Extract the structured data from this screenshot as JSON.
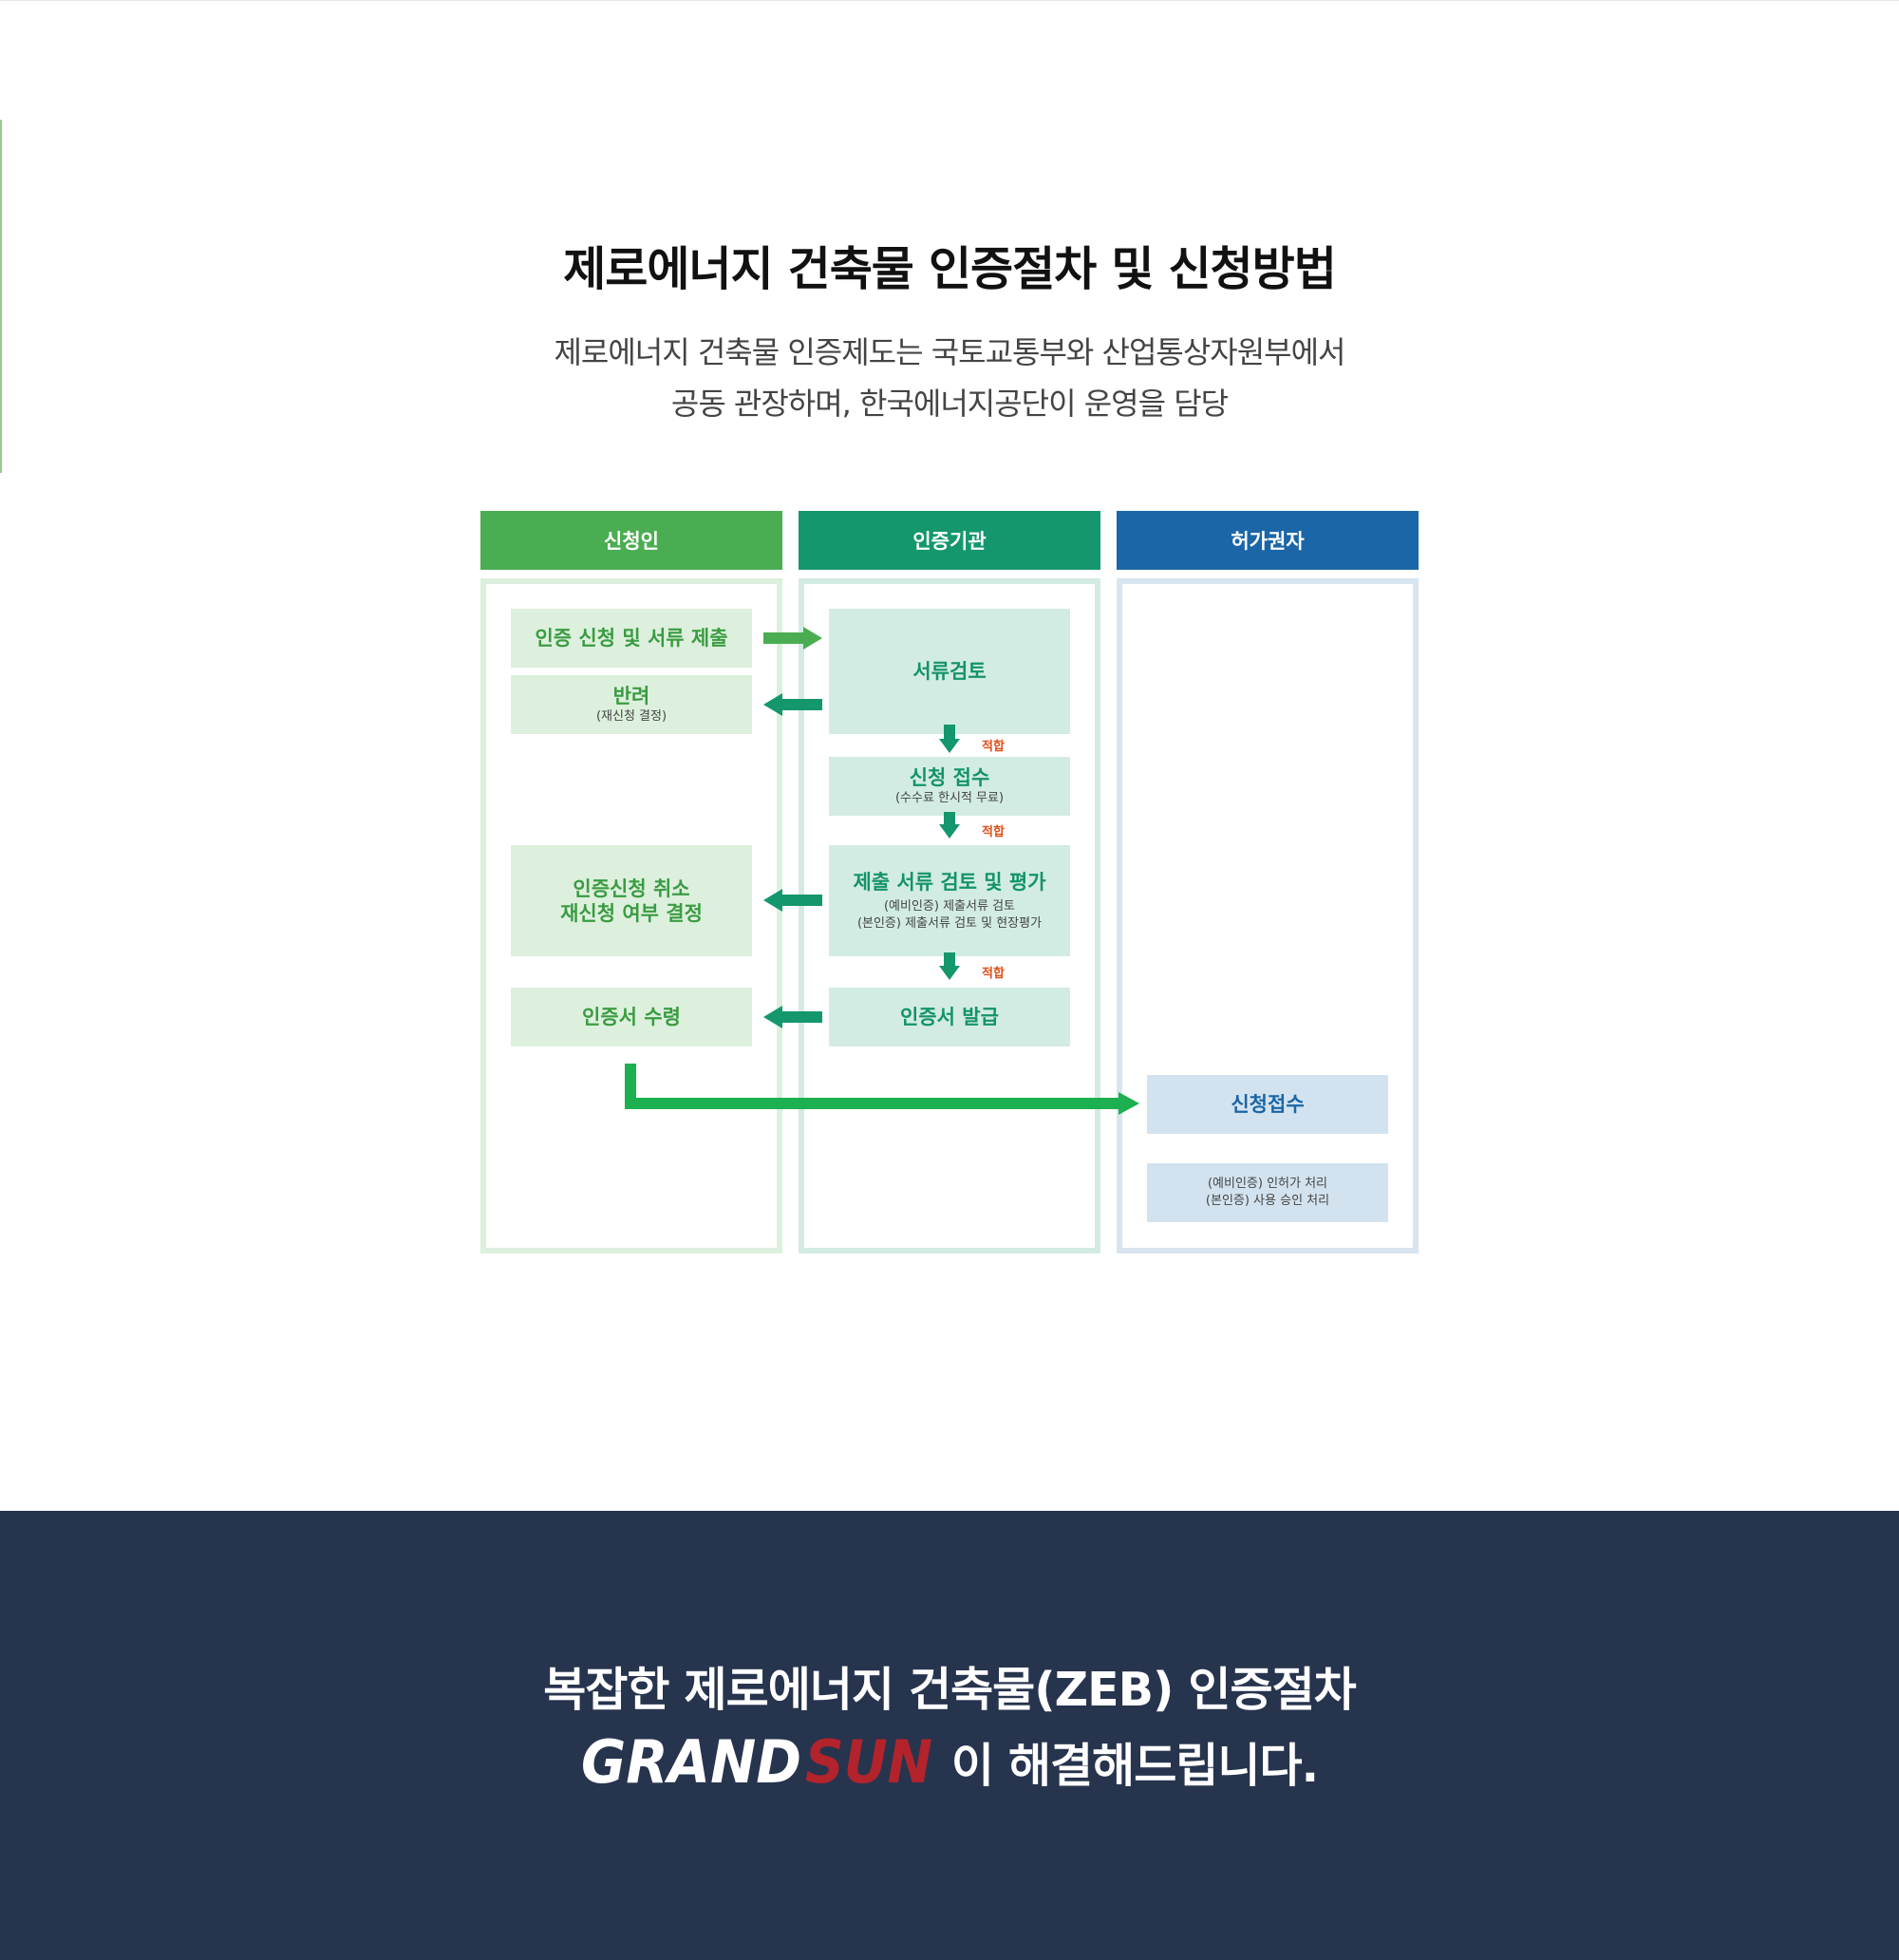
{
  "title": "제로에너지 건축물 인증절차 및 신청방법",
  "subtitle": {
    "line1": "제로에너지 건축물 인증제도는 국토교통부와 산업통상자원부에서",
    "line2": "공동 관장하며, 한국에너지공단이 운영을 담당"
  },
  "columns": [
    {
      "label": "신청인",
      "color": "#4aad52"
    },
    {
      "label": "인증기관",
      "color": "#14976c"
    },
    {
      "label": "허가권자",
      "color": "#1a66a6"
    }
  ],
  "applicant": {
    "apply": "인증 신청 및 서류 제출",
    "reject_title": "반려",
    "reject_sub": "(재신청 결정)",
    "cancel_line1": "인증신청 취소",
    "cancel_line2": "재신청 여부 결정",
    "receive": "인증서 수령"
  },
  "agency": {
    "review": "서류검토",
    "accept_title": "신청 접수",
    "accept_sub": "(수수료 한시적 무료)",
    "eval_title": "제출 서류 검토 및 평가",
    "eval_sub1": "(예비인증) 제출서류 검토",
    "eval_sub2": "(본인증) 제출서류 검토 및 현장평가",
    "issue": "인증서 발급",
    "fit_label": "적합"
  },
  "permit": {
    "receipt": "신청접수",
    "process1": "(예비인증) 인허가 처리",
    "process2": "(본인증) 사용 승인 처리"
  },
  "cta": {
    "line1": "복잡한 제로에너지 건축물(ZEB) 인증절차",
    "logo_part1": "GRAND",
    "logo_part2": "SUN",
    "line2_suffix": "이 해결해드립니다."
  },
  "colors": {
    "band": "#27344e",
    "logo_white": "#ffffff",
    "logo_red": "#b3232c",
    "arrow_green": "#4aad52",
    "arrow_teal": "#14976c",
    "connector": "#1cb050",
    "fit": "#e0501a"
  }
}
